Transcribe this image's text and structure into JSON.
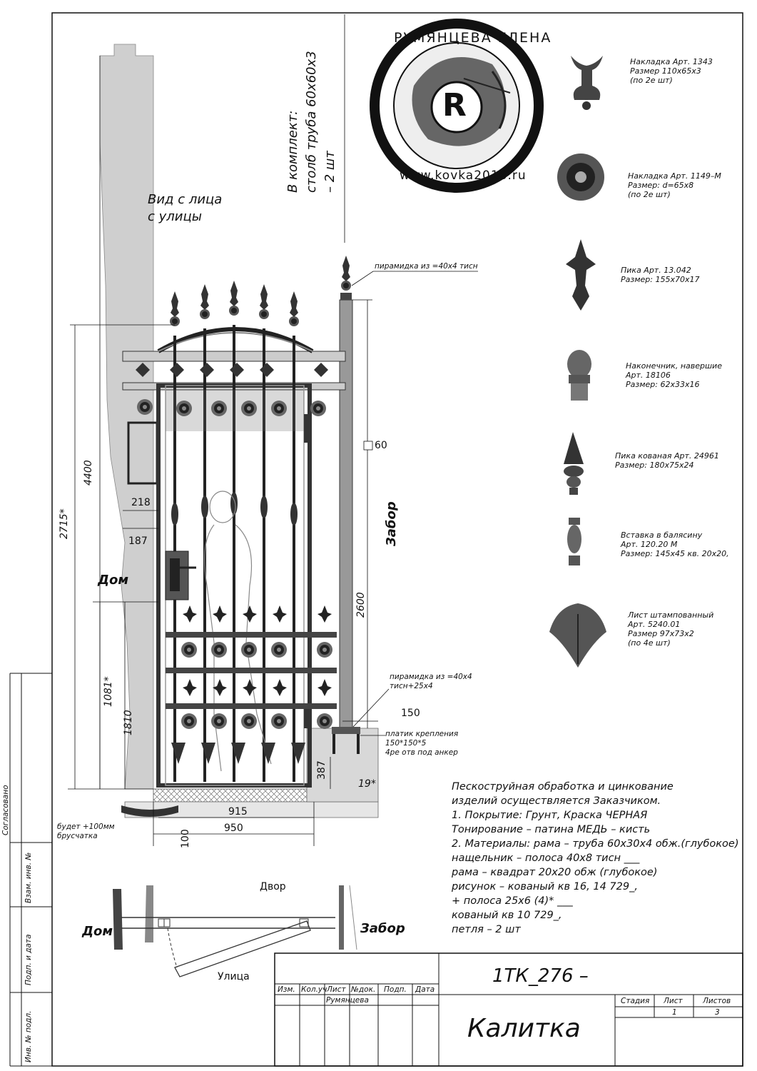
{
  "view_title": [
    "Вид с лица",
    "с улицы"
  ],
  "post_note": [
    "В комплект:",
    "столб труба 60х60х3",
    "– 2 шт"
  ],
  "stamp": {
    "top_text": "РУМЯНЦЕВА ЕЛЕНА",
    "bottom_text": "www.kovka2016.ru",
    "letter": "R"
  },
  "labels": {
    "pyramid_top": "пирамидка из =40х4 тисн",
    "pyramid_bottom": [
      "пирамидка из =40х4",
      "тисн+25х4"
    ],
    "plate": [
      "платик крепления",
      "150*150*5",
      "4ре отв под анкер"
    ],
    "house": "Дом",
    "fence": "Забор",
    "paving": [
      "будет +100мм",
      "брусчатка"
    ],
    "yard": "Двор",
    "street": "Улица",
    "plan_house": "Дом",
    "plan_fence": "Забор"
  },
  "dimensions": {
    "d4400": "4400",
    "d2715": "2715*",
    "d2600": "2600",
    "d1081": "1081*",
    "d1810": "1810",
    "d218": "218",
    "d187": "187",
    "d60": "60",
    "d150": "150",
    "d387": "387",
    "d19": "19*",
    "d915": "915",
    "d950": "950",
    "d100": "100"
  },
  "catalog": [
    {
      "name": "Накладка Арт. 1343",
      "size": "Размер        110х65х3",
      "note": "(по 2е шт)",
      "icon": "ornament-lyre-icon"
    },
    {
      "name": "Накладка Арт. 1149–М",
      "size": "Размер: d=65х8",
      "note": "(по 2е шт)",
      "icon": "rosette-icon"
    },
    {
      "name": "Пика Арт. 13.042",
      "size": "Размер:          155х70х17",
      "note": "",
      "icon": "fleur-spear-icon"
    },
    {
      "name": "Наконечник, навершие",
      "size": "Арт. 18106",
      "note": "Размер: 62х33х16",
      "icon": "finial-icon"
    },
    {
      "name": "Пика кованая Арт. 24961",
      "size": "Размер: 180х75х24",
      "note": "",
      "icon": "forged-spear-icon"
    },
    {
      "name": "Вставка в балясину",
      "size": "Арт. 120.20 М",
      "note": "Размер: 145х45 кв. 20х20,",
      "icon": "baluster-insert-icon"
    },
    {
      "name": "Лист штампованный",
      "size": "Арт. 5240.01",
      "note": "Размер 97х73х2",
      "note2": "(по 4е шт)",
      "icon": "stamped-leaf-icon"
    }
  ],
  "notes": [
    "Пескоструйная обработка и цинкование",
    "изделий осуществляется Заказчиком.",
    "1. Покрытие: Грунт, Краска ЧЕРНАЯ",
    "Тонирование – патина МЕДЬ – кисть",
    "2. Материалы: рама – труба 60х30х4 обж.(глубокое)",
    "нащельник – полоса 40х8 тисн ___",
    "рама – квадрат  20х20 обж (глубокое)",
    "рисунок – кованый кв 16, 14 729_,",
    "   + полоса 25х6 (4)* ___",
    "кованый кв 10 729_,",
    "петля – 2 шт"
  ],
  "side_stamp": [
    "Согласовано",
    "Взам. инв. №",
    "Подп. и дата",
    "Инв. № подл."
  ],
  "title_block": {
    "doc_number": "1ТК_276 –",
    "name": "Калитка",
    "cols": [
      "Изм.",
      "Кол.уч",
      "Лист",
      "№док.",
      "Подп.",
      "Дата"
    ],
    "author": "Румянцева",
    "stage_label": "Стадия",
    "sheet_label": "Лист",
    "sheets_label": "Листов",
    "sheet": "1",
    "sheets": "3"
  }
}
